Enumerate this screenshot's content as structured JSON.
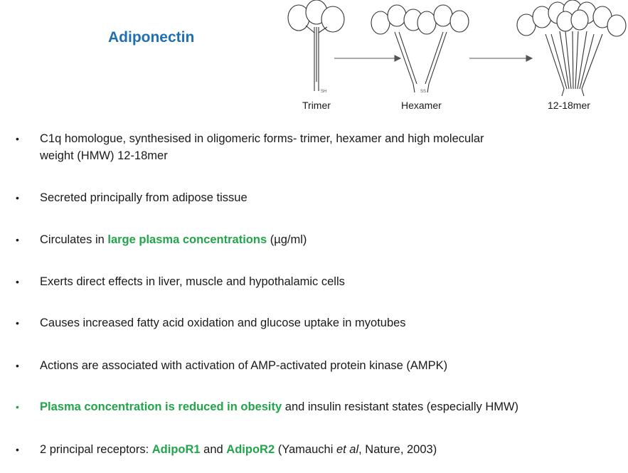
{
  "slide": {
    "title": "Adiponectin"
  },
  "diagram": {
    "labels": {
      "trimer": "Trimer",
      "hexamer": "Hexamer",
      "hmw": "12-18mer"
    },
    "marks": {
      "sh": "SH",
      "ss": "SS"
    }
  },
  "bullets": [
    {
      "text": "C1q homologue, synthesised  in oligomeric forms- trimer, hexamer and high molecular",
      "text_line2": "weight (HMW) 12-18mer"
    },
    {
      "text": "Secreted principally from adipose tissue"
    },
    {
      "pre": "Circulates in ",
      "highlight": "large plasma concentrations",
      "post": " (µg/ml)"
    },
    {
      "text": "Exerts direct effects in liver, muscle and hypothalamic cells"
    },
    {
      "text": "Causes increased fatty acid oxidation and glucose uptake in myotubes"
    },
    {
      "text": "Actions are associated with activation of AMP-activated protein kinase (AMPK)"
    },
    {
      "highlight": "Plasma concentration is reduced in obesity",
      "post": " and insulin resistant states (especially HMW)"
    },
    {
      "pre": "2 principal receptors: ",
      "hl1": "AdipoR1",
      "mid": " and ",
      "hl2": "AdipoR2",
      "post1": " (Yamauchi ",
      "italic": "et al",
      "post2": ", Nature, 2003)"
    }
  ],
  "bullet_symbol": "•"
}
